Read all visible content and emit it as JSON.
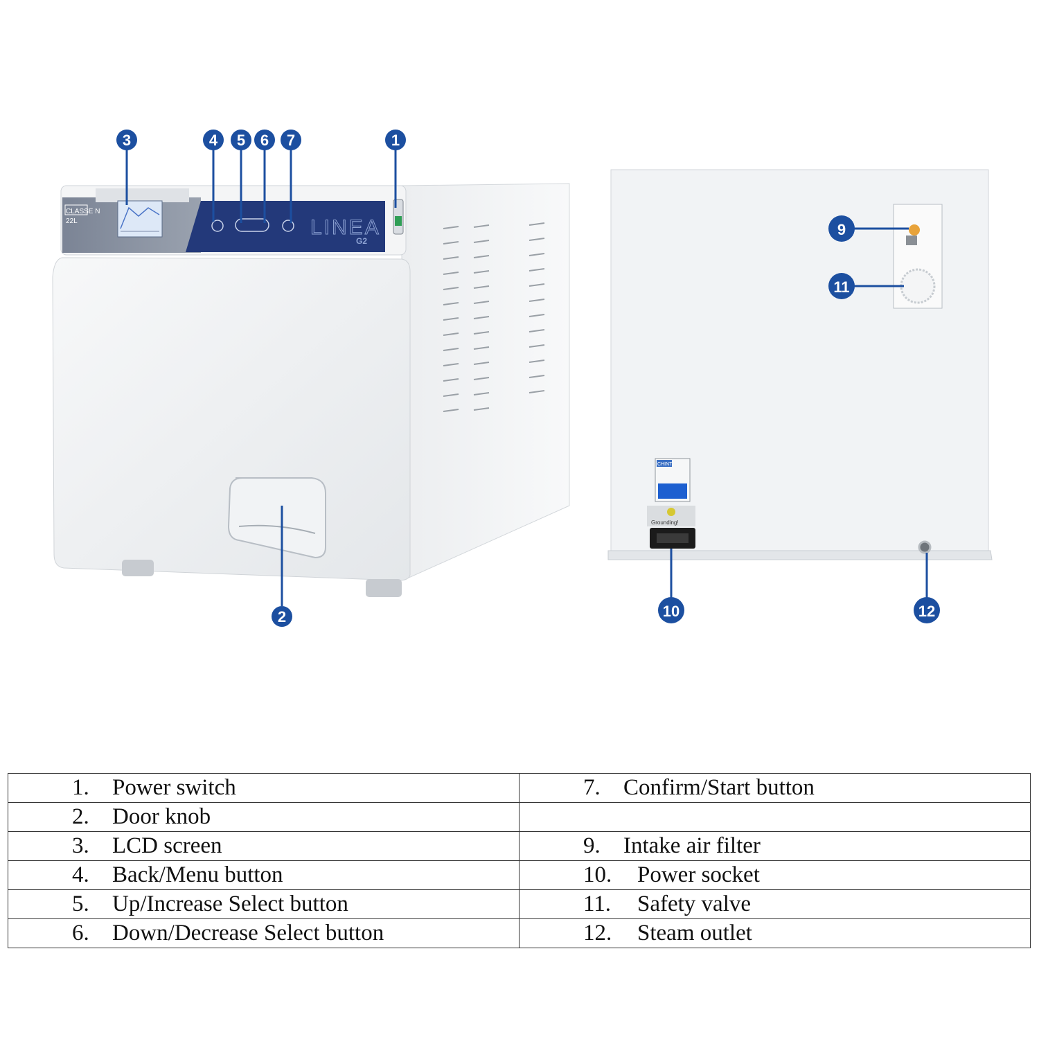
{
  "front": {
    "class_label": "CLASSE N",
    "volume_label": "22L",
    "brand": "LINEA",
    "model": "G2"
  },
  "rear": {
    "grounding_label": "Grounding!",
    "breaker_brand": "CHINT"
  },
  "callouts": [
    "1",
    "2",
    "3",
    "4",
    "5",
    "6",
    "7",
    "9",
    "10",
    "11",
    "12"
  ],
  "colors": {
    "callout_fill": "#1c4fa0",
    "panel_blue": "#23397a",
    "line": "#1c4fa0"
  },
  "legend": [
    {
      "left_num": "1.",
      "left_text": "Power switch",
      "right_num": "7.",
      "right_text": "Confirm/Start button"
    },
    {
      "left_num": "2.",
      "left_text": "Door knob",
      "right_num": "",
      "right_text": ""
    },
    {
      "left_num": "3.",
      "left_text": "LCD screen",
      "right_num": "9.",
      "right_text": "Intake air filter"
    },
    {
      "left_num": "4.",
      "left_text": "Back/Menu button",
      "right_num": "10.",
      "right_text": "Power socket"
    },
    {
      "left_num": "5.",
      "left_text": "Up/Increase Select button",
      "right_num": "11.",
      "right_text": "Safety valve"
    },
    {
      "left_num": "6.",
      "left_text": "Down/Decrease Select button",
      "right_num": "12.",
      "right_text": "Steam outlet"
    }
  ]
}
